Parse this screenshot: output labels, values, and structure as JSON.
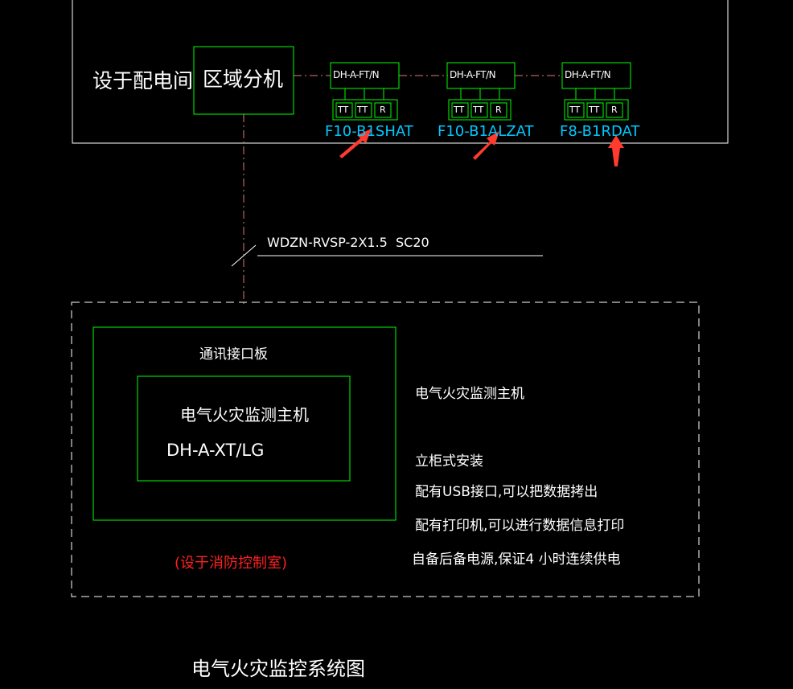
{
  "top_room": {
    "label": "设于配电间"
  },
  "area_unit": {
    "label": "区域分机"
  },
  "detectors": [
    {
      "model": "DH-A-FT/N",
      "ports": [
        "TT",
        "TT",
        "R"
      ],
      "tag": "F10-B1SHAT"
    },
    {
      "model": "DH-A-FT/N",
      "ports": [
        "TT",
        "TT",
        "R"
      ],
      "tag": "F10-B1ALZAT"
    },
    {
      "model": "DH-A-FT/N",
      "ports": [
        "TT",
        "TT",
        "R"
      ],
      "tag": "F8-B1RDAT"
    }
  ],
  "cable": {
    "label": "WDZN-RVSP-2X1.5  SC20"
  },
  "host": {
    "interface_board": "通讯接口板",
    "name": "电气火灾监测主机",
    "model": "DH-A-XT/LG",
    "location": "(设于消防控制室)"
  },
  "notes": {
    "title": "电气火灾监测主机",
    "items": [
      "立柜式安装",
      "配有USB接口,可以把数据拷出",
      "配有打印机,可以进行数据信息打印",
      "自备后备电源,保证4 小时连续供电"
    ]
  },
  "diagram_title": "电气火灾监控系统图",
  "colors": {
    "background": "#000000",
    "box_green": "#00ff00",
    "text_white": "#ffffff",
    "tag_cyan": "#00c8ff",
    "location_red": "#ff2020",
    "link_line": "#e07a7a",
    "arrow_red": "#ff3b30"
  }
}
